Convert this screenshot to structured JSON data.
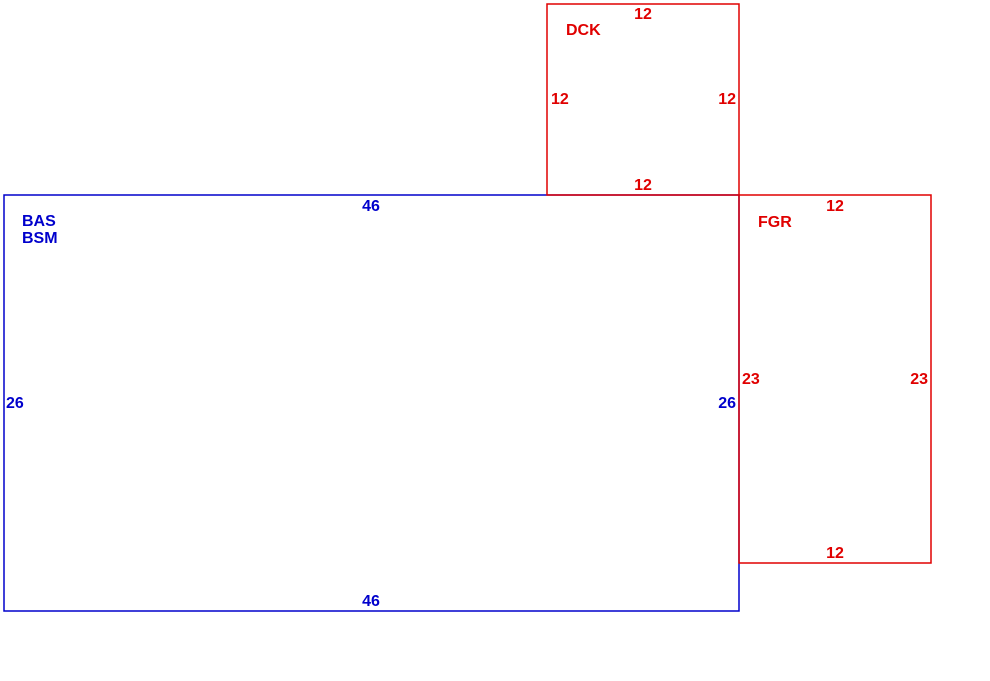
{
  "colors": {
    "main": "#0000cc",
    "addition": "#e00000"
  },
  "areas": {
    "main": {
      "labels": [
        "BAS",
        "BSM"
      ],
      "dims": {
        "top": "46",
        "bottom": "46",
        "left": "26",
        "right": "26"
      }
    },
    "deck": {
      "label": "DCK",
      "dims": {
        "top": "12",
        "bottom": "12",
        "left": "12",
        "right": "12"
      }
    },
    "garage": {
      "label": "FGR",
      "dims": {
        "top": "12",
        "bottom": "12",
        "left": "23",
        "right": "23"
      }
    }
  }
}
